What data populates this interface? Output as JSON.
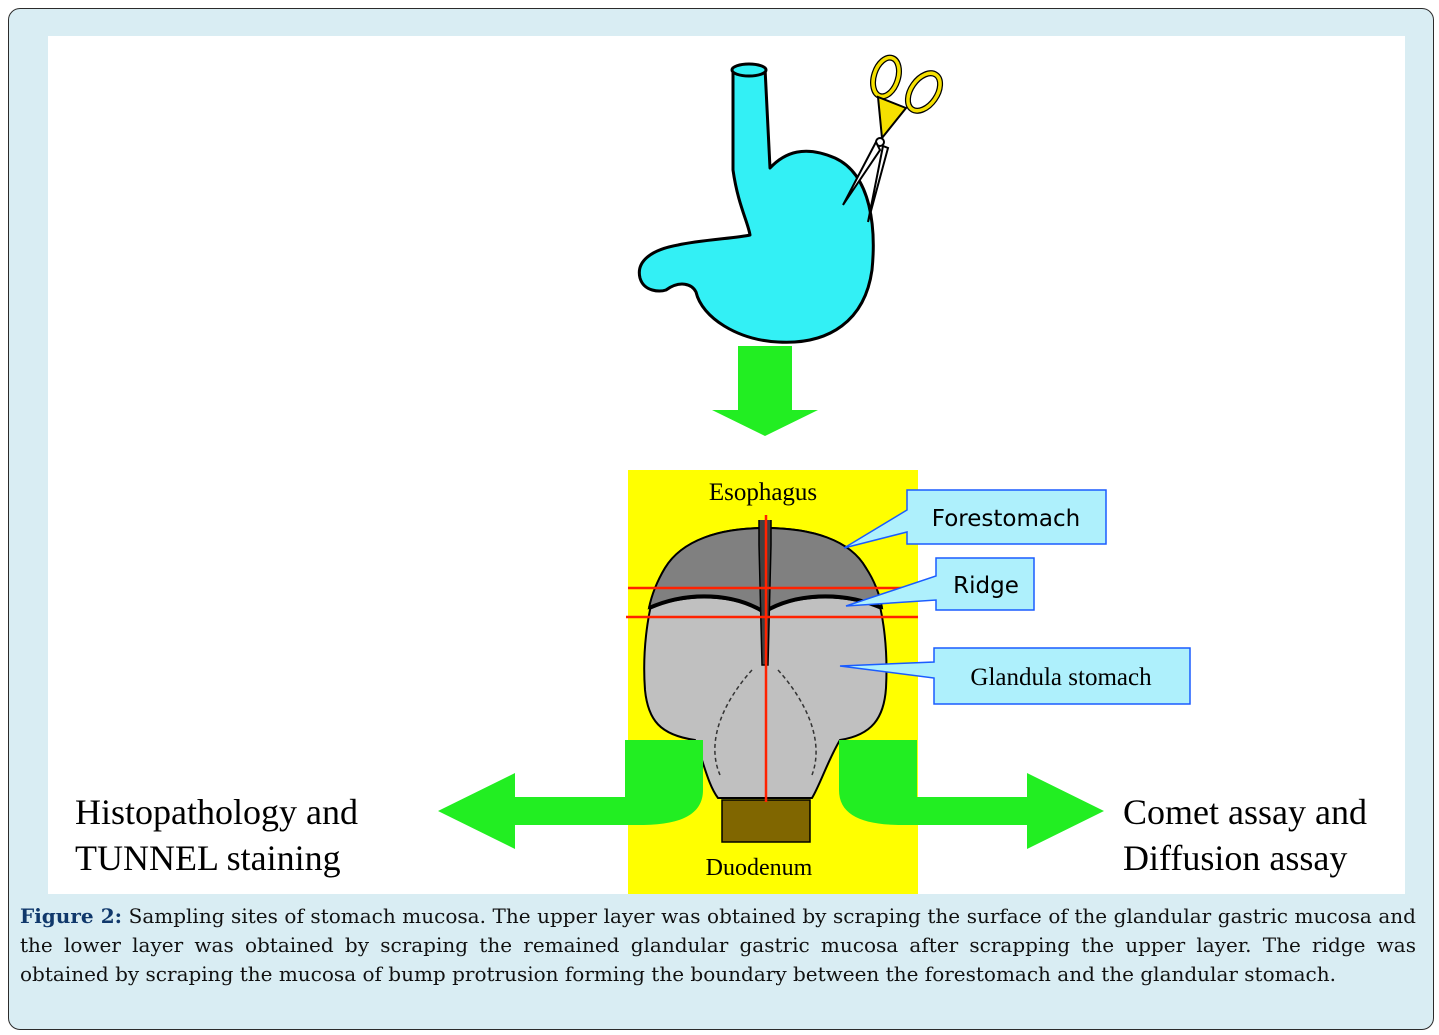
{
  "diagram": {
    "labels": {
      "esophagus": "Esophagus",
      "duodenum": "Duodenum",
      "forestomach": "Forestomach",
      "ridge": "Ridge",
      "glandula": "Glandula stomach",
      "left_line1": "Histopathology and",
      "left_line2": "TUNNEL staining",
      "right_line1": "Comet assay and",
      "right_line2": "Diffusion assay"
    },
    "colors": {
      "stomach": "#33f0f5",
      "arrow": "#22ee22",
      "panel": "#ffff00",
      "callout_fill": "#aef0fc",
      "callout_border": "#1a5cff",
      "cut_line": "#ff2200",
      "forestomach_fill": "#808080",
      "glandular_fill": "#c0c0c0",
      "duodenum_fill": "#806600",
      "scissors_handle": "#f5e000"
    },
    "icons": [
      "stomach-illustration",
      "scissors-icon",
      "down-arrow",
      "left-curved-arrow",
      "right-curved-arrow"
    ]
  },
  "caption": {
    "label": "Figure 2:",
    "text": " Sampling sites of stomach mucosa. The upper layer was obtained by scraping the surface of the glandular gastric mucosa and the lower layer was obtained by scraping the remained glandular gastric mucosa after scrapping the upper layer. The ridge was obtained by scraping the mucosa of bump protrusion forming the boundary between the forestomach and the glandular stomach."
  }
}
